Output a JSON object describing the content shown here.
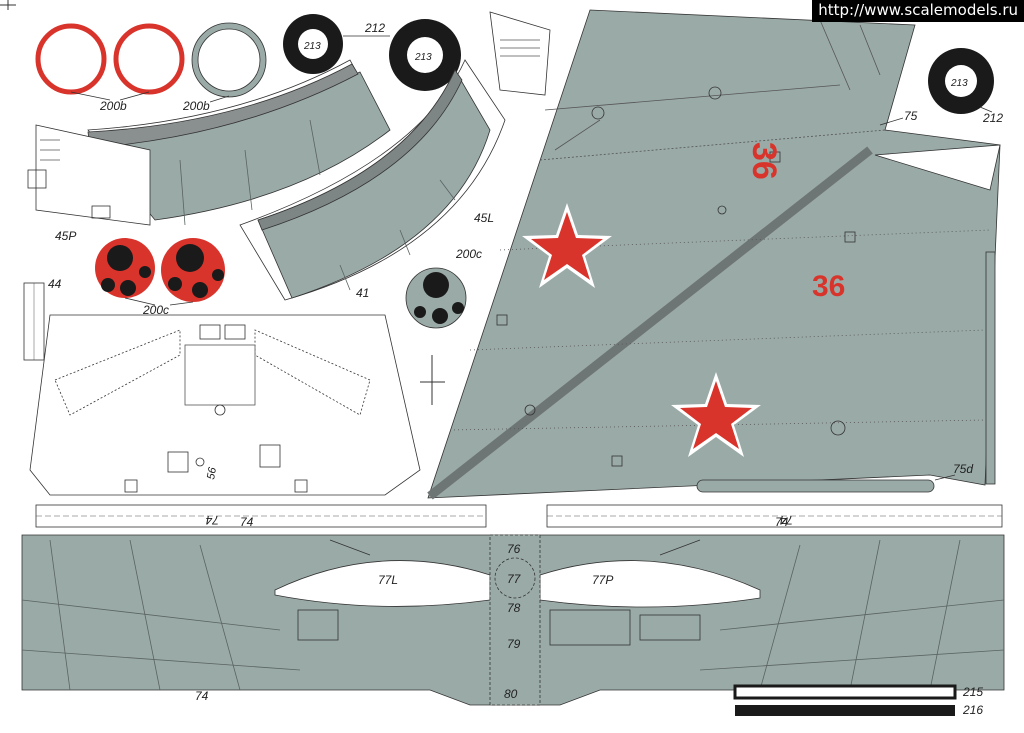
{
  "watermark": "http://www.scalemodels.ru",
  "colors": {
    "paint": "#9aaaa7",
    "panel_dark": "#8d9c99",
    "red": "#d8342b",
    "stripe": "#6e7675",
    "black": "#1a1a1a",
    "line": "#333333"
  },
  "labels": {
    "p200b_1": "200b",
    "p200b_2": "200b",
    "p212_top": "212",
    "p213_a": "213",
    "p213_b": "213",
    "p213_c": "213",
    "p212_right": "212",
    "p45p": "45P",
    "p45l": "45L",
    "p200c_1": "200c",
    "p200c_2": "200c",
    "p44": "44",
    "p41": "41",
    "p56": "56",
    "p75": "75",
    "p75d": "75d",
    "p74_a": "74",
    "p74_b": "74",
    "p74_a_inv": "74",
    "p74_b_inv": "74",
    "p74_c": "74",
    "p76": "76",
    "p77": "77",
    "p77l": "77L",
    "p77p": "77P",
    "p78": "78",
    "p79": "79",
    "p80": "80",
    "p215": "215",
    "p216": "216"
  },
  "markings": {
    "tail_number_top": "36",
    "tail_number_side": "36"
  }
}
